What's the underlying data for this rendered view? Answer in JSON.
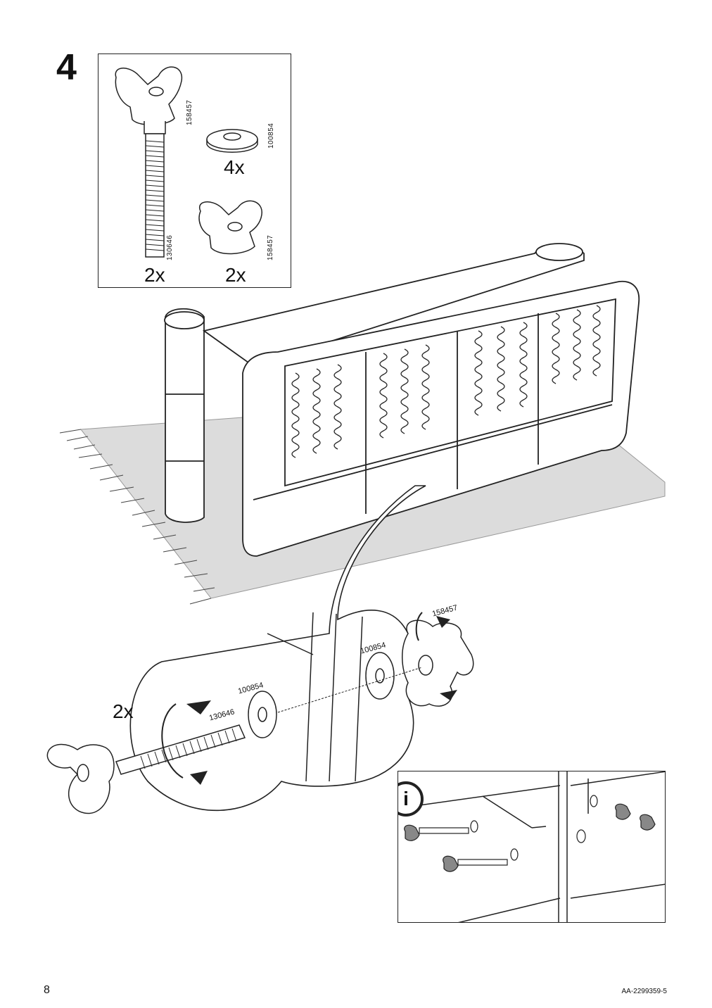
{
  "step": {
    "number": "4"
  },
  "parts": [
    {
      "name": "wing-bolt",
      "code": "158457",
      "icon": "wing-bolt-icon"
    },
    {
      "name": "washer",
      "code": "100854",
      "quantity": "4x",
      "icon": "washer-icon"
    },
    {
      "name": "threaded-rod",
      "code": "130646",
      "quantity": "2x",
      "icon": "threaded-rod-icon"
    },
    {
      "name": "wing-nut",
      "code": "158457",
      "quantity": "2x",
      "icon": "wing-nut-icon"
    }
  ],
  "detail": {
    "repeat": "2x",
    "labels": {
      "rod": "130646",
      "washer_left": "100854",
      "washer_right": "100854",
      "nut": "158457"
    }
  },
  "info": {
    "icon": "info-icon",
    "symbol": "i"
  },
  "footer": {
    "page_number": "8",
    "doc_code": "AA-2299359-5"
  }
}
